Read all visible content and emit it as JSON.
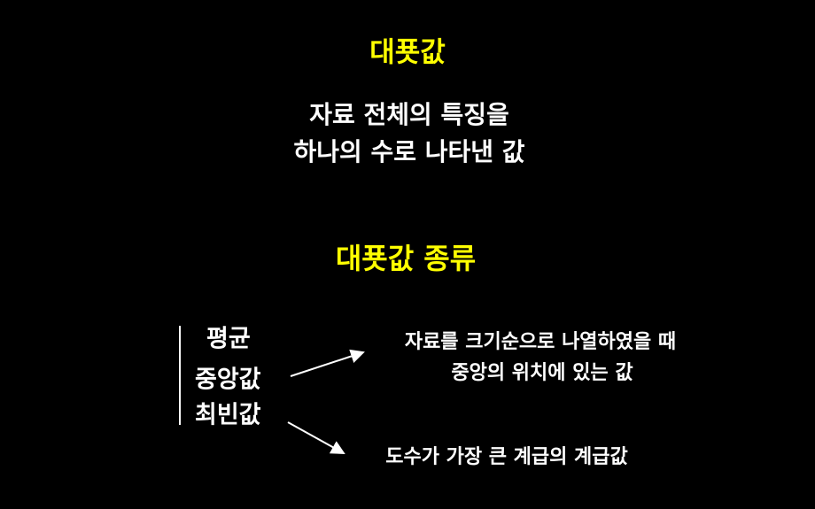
{
  "title": "대푯값",
  "definition": [
    "자료 전체의 특징을",
    "하나의 수로 나타낸 값"
  ],
  "types_heading": "대푯값 종류",
  "types": [
    "평균",
    "중앙값",
    "최빈값"
  ],
  "median_desc": [
    "자료를 크기순으로 나열하였을 때",
    "중앙의 위치에 있는 값"
  ],
  "mode_desc": "도수가 가장 큰 계급의 계급값",
  "colors": {
    "background": "#000000",
    "heading": "#ffff00",
    "text": "#ffffff"
  }
}
